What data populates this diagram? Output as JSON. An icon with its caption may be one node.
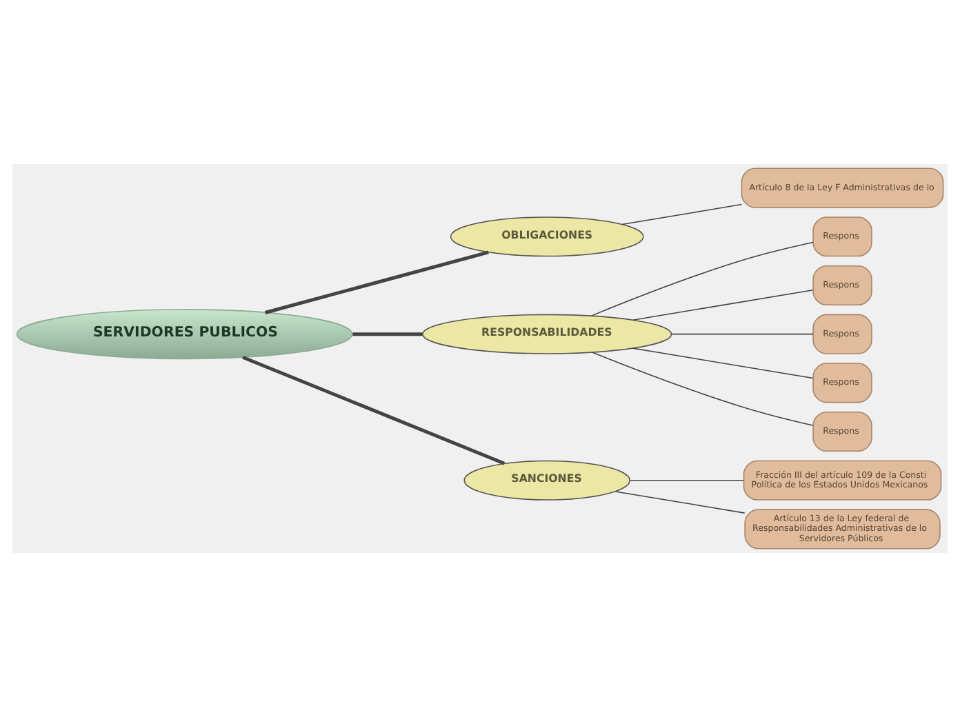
{
  "diagram": {
    "nodes": [
      {
        "text": [
          "SERVIDORES PUBLICOS"
        ]
      },
      {
        "text": [
          "OBLIGACIONES"
        ]
      },
      {
        "text": [
          "Artículo 8 de la Ley F Administrativas de lo"
        ]
      },
      {
        "text": [
          "RESPONSABILIDADES"
        ]
      },
      {
        "text": [
          "Respons"
        ]
      },
      {
        "text": [
          "Respons"
        ]
      },
      {
        "text": [
          "Respons"
        ]
      },
      {
        "text": [
          "Respons"
        ]
      },
      {
        "text": [
          "Respons"
        ]
      },
      {
        "text": [
          "SANCIONES"
        ]
      },
      {
        "text": [
          "Fracción III del artículo 109 de la Consti Política de los Estados Unidos Mexicanos"
        ]
      },
      {
        "text": [
          "Artículo 13 de la Ley federal de Responsabilidades Administrativas de lo Servidores Públicos"
        ]
      }
    ],
    "edges": [
      {
        "from": 0,
        "to": 1,
        "arrow": "none",
        "style": "thick"
      },
      {
        "from": 1,
        "to": 2,
        "arrow": "none"
      },
      {
        "from": 0,
        "to": 3,
        "arrow": "none",
        "style": "thick"
      },
      {
        "from": 3,
        "to": 4,
        "arrow": "none"
      },
      {
        "from": 3,
        "to": 5,
        "arrow": "none"
      },
      {
        "from": 3,
        "to": 6,
        "arrow": "none"
      },
      {
        "from": 3,
        "to": 7,
        "arrow": "none"
      },
      {
        "from": 3,
        "to": 8,
        "arrow": "none"
      },
      {
        "from": 0,
        "to": 9,
        "arrow": "none",
        "style": "thick"
      },
      {
        "from": 9,
        "to": 10,
        "arrow": "none"
      },
      {
        "from": 9,
        "to": 11,
        "arrow": "none"
      }
    ]
  }
}
